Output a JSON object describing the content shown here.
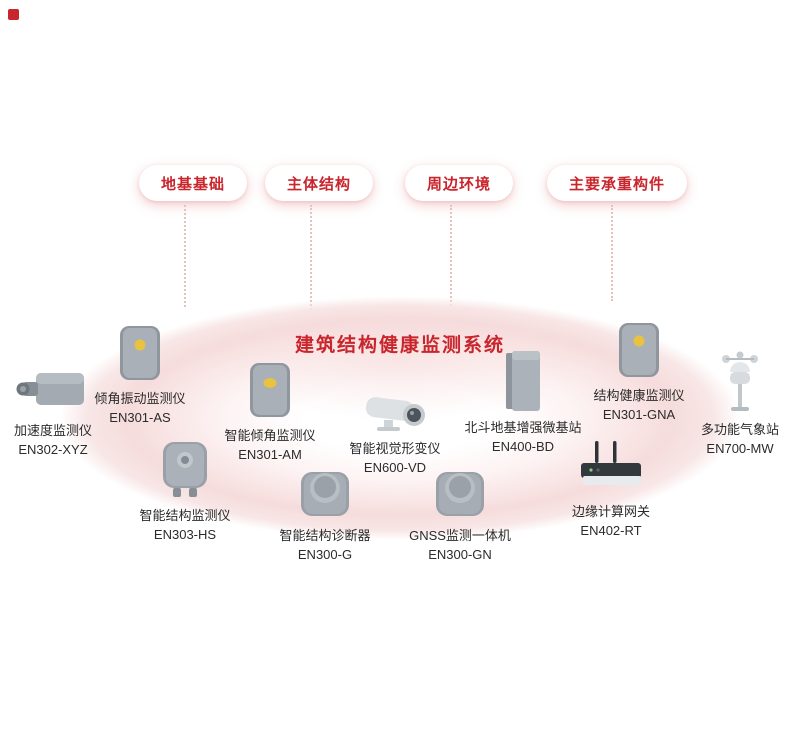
{
  "page": {
    "title": "建筑结构健康监测系统",
    "accent_color": "#c9252c",
    "background_color": "#ffffff",
    "platform_pink": "#f6dcdc"
  },
  "categories": [
    {
      "label": "地基基础"
    },
    {
      "label": "主体结构"
    },
    {
      "label": "周边环境"
    },
    {
      "label": "主要承重构件"
    }
  ],
  "devices": [
    {
      "name": "加速度监测仪",
      "model": "EN302-XYZ",
      "icon": "accelerometer-icon"
    },
    {
      "name": "倾角振动监测仪",
      "model": "EN301-AS",
      "icon": "tilt-vibration-monitor-icon"
    },
    {
      "name": "智能倾角监测仪",
      "model": "EN301-AM",
      "icon": "smart-tilt-monitor-icon"
    },
    {
      "name": "智能视觉形变仪",
      "model": "EN600-VD",
      "icon": "vision-deformation-camera-icon"
    },
    {
      "name": "北斗地基增强微基站",
      "model": "EN400-BD",
      "icon": "beidou-base-station-icon"
    },
    {
      "name": "结构健康监测仪",
      "model": "EN301-GNA",
      "icon": "structure-health-monitor-icon"
    },
    {
      "name": "多功能气象站",
      "model": "EN700-MW",
      "icon": "weather-station-icon"
    },
    {
      "name": "智能结构监测仪",
      "model": "EN303-HS",
      "icon": "smart-structure-monitor-icon"
    },
    {
      "name": "智能结构诊断器",
      "model": "EN300-G",
      "icon": "structure-diagnoser-icon"
    },
    {
      "name": "GNSS监测一体机",
      "model": "EN300-GN",
      "icon": "gnss-monitor-icon"
    },
    {
      "name": "边缘计算网关",
      "model": "EN402-RT",
      "icon": "edge-gateway-icon"
    }
  ]
}
